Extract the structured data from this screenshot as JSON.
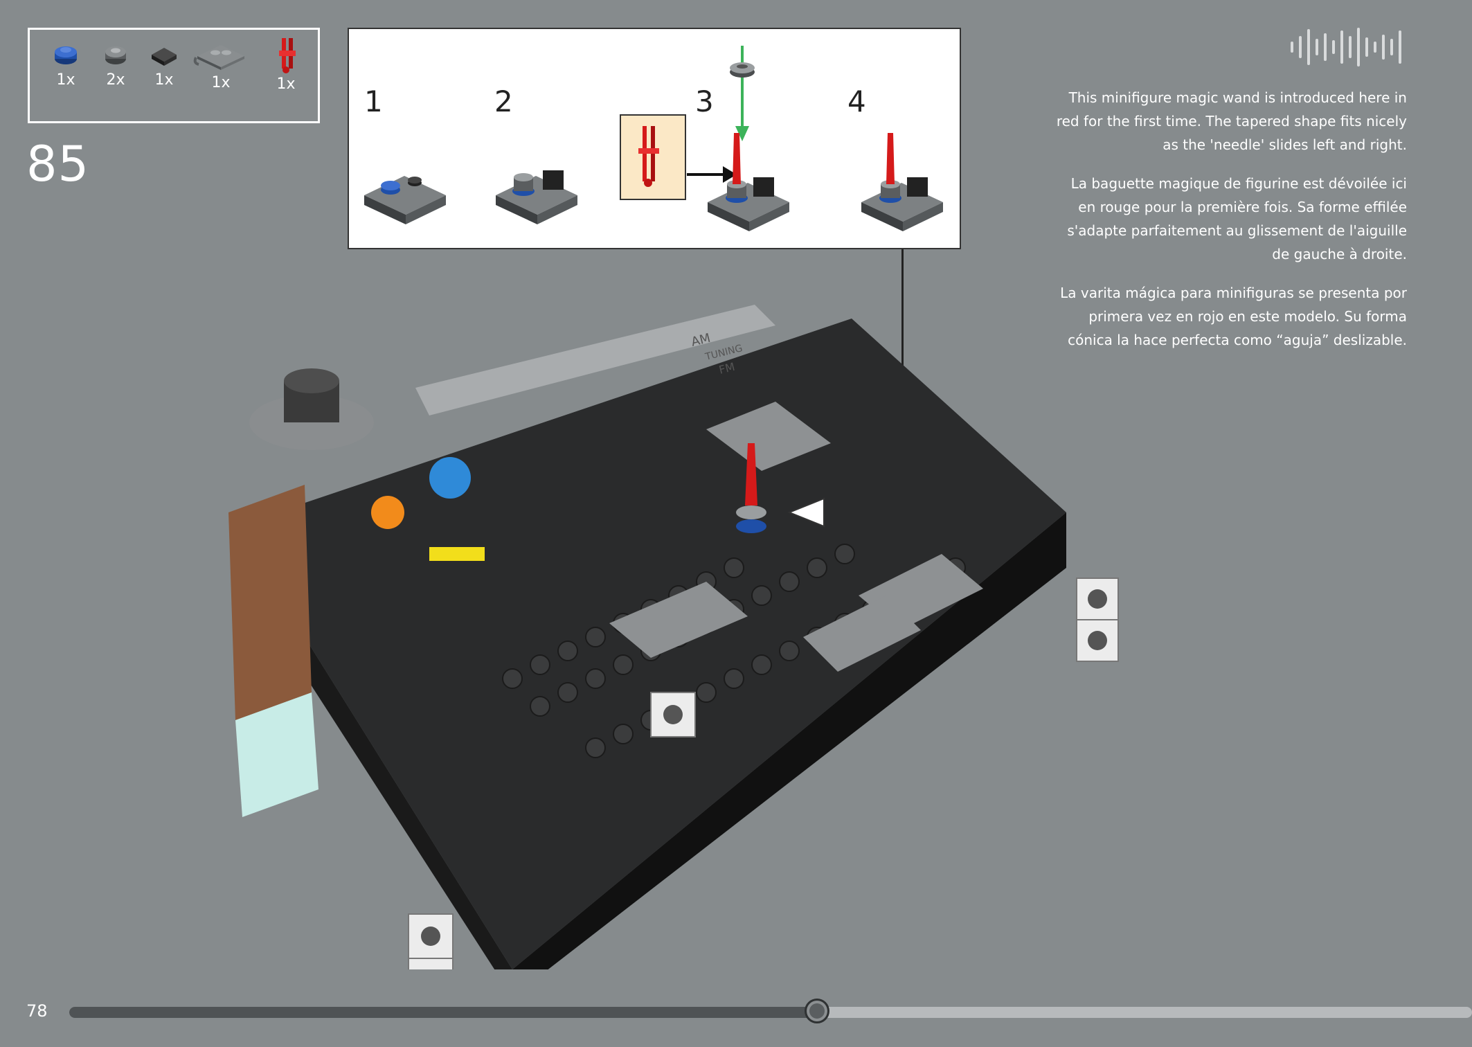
{
  "parts": [
    {
      "qty": "1x",
      "icon": "blue-round-plate-icon",
      "color": "#1f4fa8"
    },
    {
      "qty": "2x",
      "icon": "grey-round-plate-icon",
      "color": "#6b6e70"
    },
    {
      "qty": "1x",
      "icon": "black-tile-icon",
      "color": "#2b2b2b"
    },
    {
      "qty": "1x",
      "icon": "grey-plate-with-handle-icon",
      "color": "#6f7375"
    },
    {
      "qty": "1x",
      "icon": "red-magic-wand-icon",
      "color": "#d51a1a"
    }
  ],
  "step": {
    "number": "85"
  },
  "callout": {
    "substeps": [
      "1",
      "2",
      "3",
      "4"
    ]
  },
  "description": {
    "en": "This minifigure magic wand is introduced here in red for the first time. The tapered shape fits nicely as the 'needle' slides left and right.",
    "fr": "La baguette magique de figurine est dévoilée ici en rouge pour la première fois. Sa forme effilée s'adapte parfaitement au glissement de l'aiguille de gauche à droite.",
    "es": "La varita mágica para minifiguras se presenta por primera vez en rojo en este modelo. Su forma cónica la hace perfecta como “aguja” deslizable."
  },
  "model": {
    "dial_labels": [
      "AM",
      "TUNING",
      "FM"
    ]
  },
  "footer": {
    "page_number": "78",
    "progress_fraction": 0.533
  }
}
